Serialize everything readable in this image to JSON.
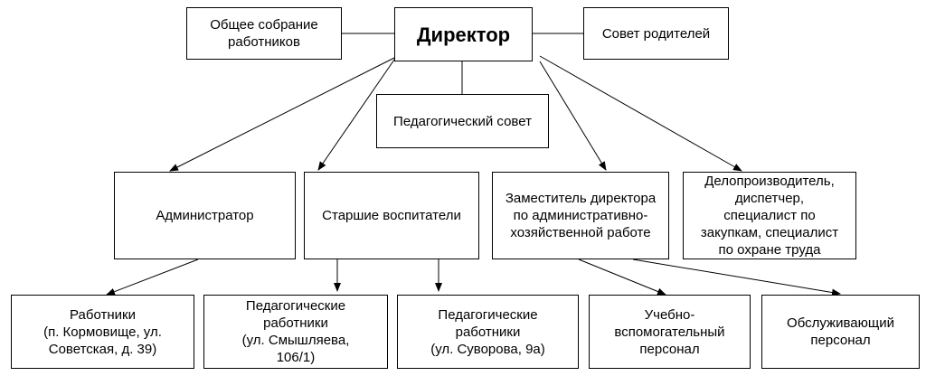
{
  "nodes": {
    "director": "Директор",
    "general_meeting": "Общее собрание\nработников",
    "parents_council": "Совет родителей",
    "pedagogical_council": "Педагогический совет",
    "administrator": "Администратор",
    "senior_educators": "Старшие воспитатели",
    "deputy_director": "Заместитель директора\nпо административно-\nхозяйственной работе",
    "clerk": "Делопроизводитель,\nдиспетчер,\nспециалист по\nзакупкам, специалист\nпо охране труда",
    "workers": "Работники\n(п. Кормовище, ул.\nСоветская, д. 39)",
    "ped_workers_1": "Педагогические\nработники\n(ул. Смышляева,\n106/1)",
    "ped_workers_2": "Педагогические\nработники\n(ул. Суворова, 9а)",
    "support_staff": "Учебно-\nвспомогательный\nперсонал",
    "service_staff": "Обслуживающий\nперсонал"
  }
}
